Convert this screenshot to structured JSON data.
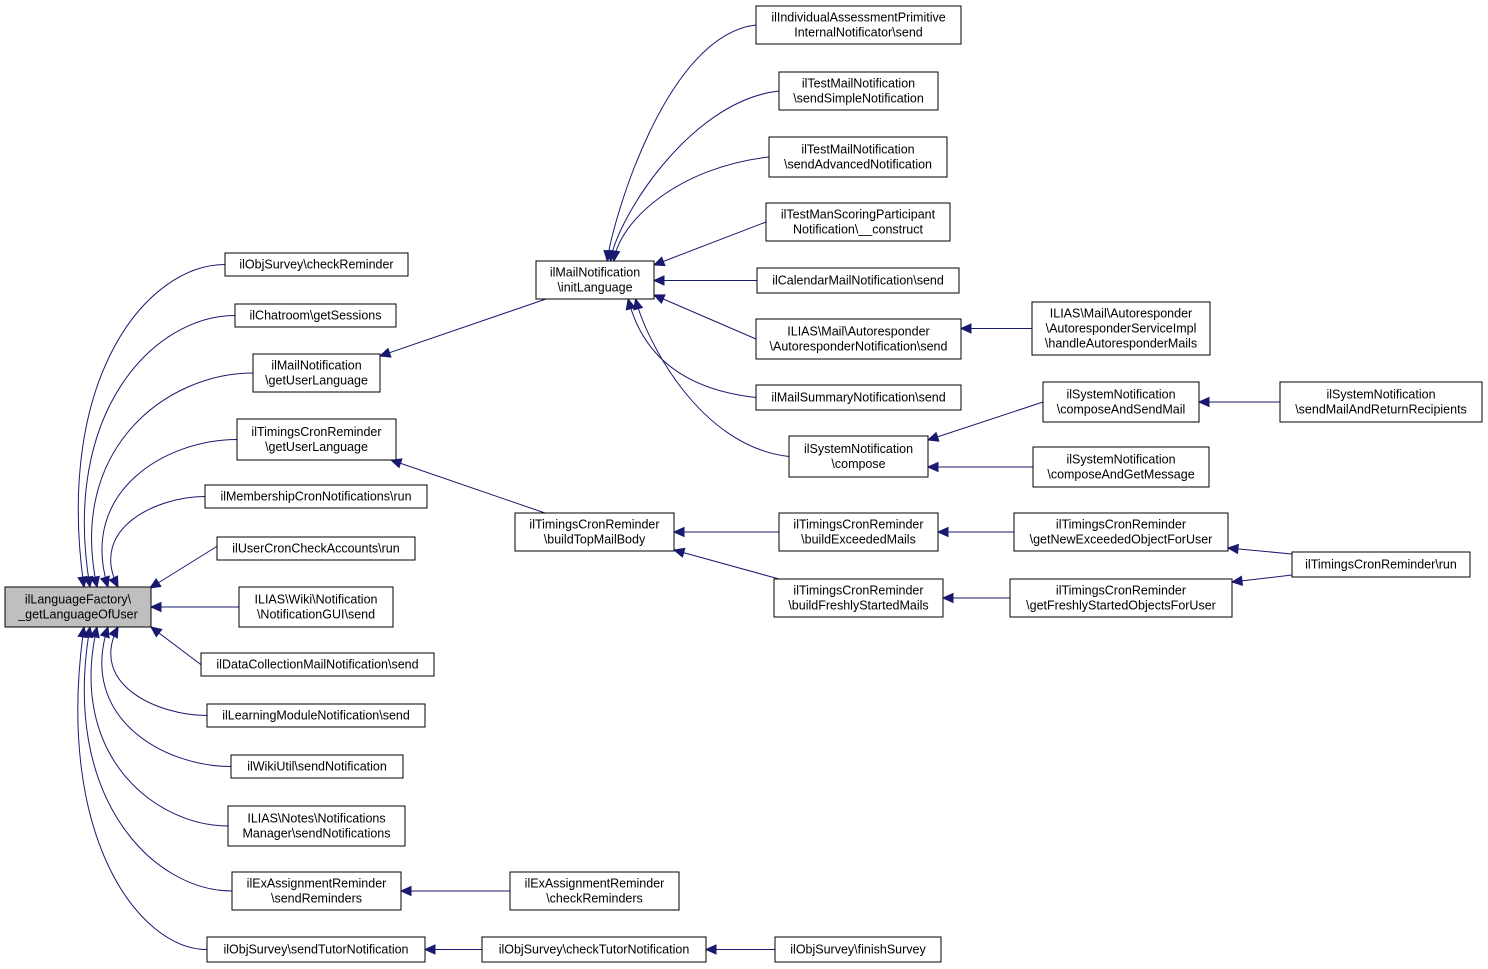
{
  "colors": {
    "edge": "#191970",
    "root_fill": "#bfbfbf",
    "node_fill": "#ffffff",
    "border": "#000000"
  },
  "nodes": [
    {
      "id": "root",
      "lines": [
        "ilLanguageFactory\\",
        "_getLanguageOfUser"
      ],
      "root": true
    },
    {
      "id": "objsurvey_checkreminder",
      "lines": [
        "ilObjSurvey\\checkReminder"
      ]
    },
    {
      "id": "chatroom_getsessions",
      "lines": [
        "ilChatroom\\getSessions"
      ]
    },
    {
      "id": "mailnotif_getuserlang",
      "lines": [
        "ilMailNotification",
        "\\getUserLanguage"
      ]
    },
    {
      "id": "timings_getuserlang",
      "lines": [
        "ilTimingsCronReminder",
        "\\getUserLanguage"
      ]
    },
    {
      "id": "membership_run",
      "lines": [
        "ilMembershipCronNotifications\\run"
      ]
    },
    {
      "id": "usercron_run",
      "lines": [
        "ilUserCronCheckAccounts\\run"
      ]
    },
    {
      "id": "wiki_notifgui_send",
      "lines": [
        "ILIAS\\Wiki\\Notification",
        "\\NotificationGUI\\send"
      ]
    },
    {
      "id": "datacollection_send",
      "lines": [
        "ilDataCollectionMailNotification\\send"
      ]
    },
    {
      "id": "learningmodule_send",
      "lines": [
        "ilLearningModuleNotification\\send"
      ]
    },
    {
      "id": "wikiutil_send",
      "lines": [
        "ilWikiUtil\\sendNotification"
      ]
    },
    {
      "id": "notes_sendnotif",
      "lines": [
        "ILIAS\\Notes\\Notifications",
        "Manager\\sendNotifications"
      ]
    },
    {
      "id": "exassign_sendreminders",
      "lines": [
        "ilExAssignmentReminder",
        "\\sendReminders"
      ]
    },
    {
      "id": "objsurvey_sendtutor",
      "lines": [
        "ilObjSurvey\\sendTutorNotification"
      ]
    },
    {
      "id": "mailnotif_initlang",
      "lines": [
        "ilMailNotification",
        "\\initLanguage"
      ]
    },
    {
      "id": "timings_buildtop",
      "lines": [
        "ilTimingsCronReminder",
        "\\buildTopMailBody"
      ]
    },
    {
      "id": "exassign_checkreminders",
      "lines": [
        "ilExAssignmentReminder",
        "\\checkReminders"
      ]
    },
    {
      "id": "objsurvey_checktutor",
      "lines": [
        "ilObjSurvey\\checkTutorNotification"
      ]
    },
    {
      "id": "indivassess_send",
      "lines": [
        "ilIndividualAssessmentPrimitive",
        "InternalNotificator\\send"
      ]
    },
    {
      "id": "testmail_simple",
      "lines": [
        "ilTestMailNotification",
        "\\sendSimpleNotification"
      ]
    },
    {
      "id": "testmail_advanced",
      "lines": [
        "ilTestMailNotification",
        "\\sendAdvancedNotification"
      ]
    },
    {
      "id": "testman_construct",
      "lines": [
        "ilTestManScoringParticipant",
        "Notification\\__construct"
      ]
    },
    {
      "id": "calendar_send",
      "lines": [
        "ilCalendarMailNotification\\send"
      ]
    },
    {
      "id": "autoresp_notif_send",
      "lines": [
        "ILIAS\\Mail\\Autoresponder",
        "\\AutoresponderNotification\\send"
      ]
    },
    {
      "id": "mailsummary_send",
      "lines": [
        "ilMailSummaryNotification\\send"
      ]
    },
    {
      "id": "sysnotif_compose",
      "lines": [
        "ilSystemNotification",
        "\\compose"
      ]
    },
    {
      "id": "timings_exceeded",
      "lines": [
        "ilTimingsCronReminder",
        "\\buildExceededMails"
      ]
    },
    {
      "id": "timings_freshly",
      "lines": [
        "ilTimingsCronReminder",
        "\\buildFreshlyStartedMails"
      ]
    },
    {
      "id": "objsurvey_finish",
      "lines": [
        "ilObjSurvey\\finishSurvey"
      ]
    },
    {
      "id": "autoresp_handle",
      "lines": [
        "ILIAS\\Mail\\Autoresponder",
        "\\AutoresponderServiceImpl",
        "\\handleAutoresponderMails"
      ]
    },
    {
      "id": "sysnotif_composesend",
      "lines": [
        "ilSystemNotification",
        "\\composeAndSendMail"
      ]
    },
    {
      "id": "sysnotif_composeget",
      "lines": [
        "ilSystemNotification",
        "\\composeAndGetMessage"
      ]
    },
    {
      "id": "timings_getnewexceeded",
      "lines": [
        "ilTimingsCronReminder",
        "\\getNewExceededObjectForUser"
      ]
    },
    {
      "id": "timings_getfreshly",
      "lines": [
        "ilTimingsCronReminder",
        "\\getFreshlyStartedObjectsForUser"
      ]
    },
    {
      "id": "sysnotif_sendmail",
      "lines": [
        "ilSystemNotification",
        "\\sendMailAndReturnRecipients"
      ]
    },
    {
      "id": "timings_run",
      "lines": [
        "ilTimingsCronReminder\\run"
      ]
    }
  ],
  "edges": [
    {
      "from": "objsurvey_checkreminder",
      "to": "root"
    },
    {
      "from": "chatroom_getsessions",
      "to": "root"
    },
    {
      "from": "mailnotif_getuserlang",
      "to": "root"
    },
    {
      "from": "timings_getuserlang",
      "to": "root"
    },
    {
      "from": "membership_run",
      "to": "root"
    },
    {
      "from": "usercron_run",
      "to": "root"
    },
    {
      "from": "wiki_notifgui_send",
      "to": "root"
    },
    {
      "from": "datacollection_send",
      "to": "root"
    },
    {
      "from": "learningmodule_send",
      "to": "root"
    },
    {
      "from": "wikiutil_send",
      "to": "root"
    },
    {
      "from": "notes_sendnotif",
      "to": "root"
    },
    {
      "from": "exassign_sendreminders",
      "to": "root"
    },
    {
      "from": "objsurvey_sendtutor",
      "to": "root"
    },
    {
      "from": "mailnotif_initlang",
      "to": "mailnotif_getuserlang"
    },
    {
      "from": "timings_buildtop",
      "to": "timings_getuserlang"
    },
    {
      "from": "exassign_checkreminders",
      "to": "exassign_sendreminders"
    },
    {
      "from": "objsurvey_checktutor",
      "to": "objsurvey_sendtutor"
    },
    {
      "from": "objsurvey_finish",
      "to": "objsurvey_checktutor"
    },
    {
      "from": "indivassess_send",
      "to": "mailnotif_initlang"
    },
    {
      "from": "testmail_simple",
      "to": "mailnotif_initlang"
    },
    {
      "from": "testmail_advanced",
      "to": "mailnotif_initlang"
    },
    {
      "from": "testman_construct",
      "to": "mailnotif_initlang"
    },
    {
      "from": "calendar_send",
      "to": "mailnotif_initlang"
    },
    {
      "from": "autoresp_notif_send",
      "to": "mailnotif_initlang"
    },
    {
      "from": "mailsummary_send",
      "to": "mailnotif_initlang"
    },
    {
      "from": "sysnotif_compose",
      "to": "mailnotif_initlang"
    },
    {
      "from": "autoresp_handle",
      "to": "autoresp_notif_send"
    },
    {
      "from": "sysnotif_composesend",
      "to": "sysnotif_compose"
    },
    {
      "from": "sysnotif_composeget",
      "to": "sysnotif_compose"
    },
    {
      "from": "sysnotif_sendmail",
      "to": "sysnotif_composesend"
    },
    {
      "from": "timings_exceeded",
      "to": "timings_buildtop"
    },
    {
      "from": "timings_freshly",
      "to": "timings_buildtop"
    },
    {
      "from": "timings_getnewexceeded",
      "to": "timings_exceeded"
    },
    {
      "from": "timings_getfreshly",
      "to": "timings_freshly"
    },
    {
      "from": "timings_run",
      "to": "timings_getnewexceeded"
    },
    {
      "from": "timings_run",
      "to": "timings_getfreshly"
    }
  ]
}
